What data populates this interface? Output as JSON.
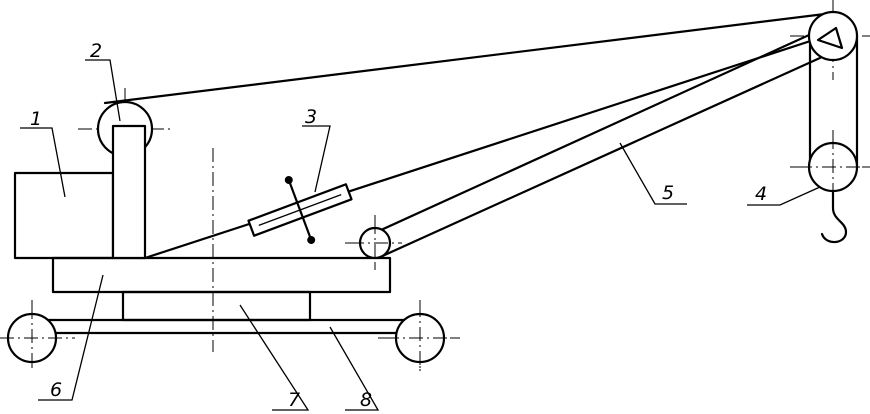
{
  "labels": {
    "cab": "1",
    "mast": "2",
    "counterweight_slider": "3",
    "hook_block": "4",
    "boom": "5",
    "platform": "6",
    "turntable": "7",
    "chassis": "8"
  }
}
